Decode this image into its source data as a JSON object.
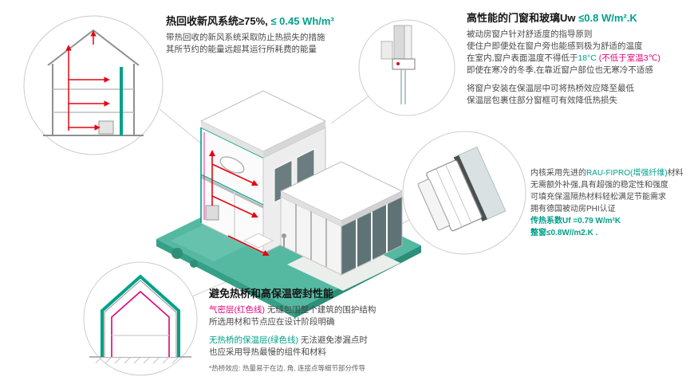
{
  "colors": {
    "accent_green": "#00A189",
    "accent_pink": "#E2007A",
    "duct_red": "#E30613",
    "base_teal": "#55B9A2",
    "body_text": "#4A4A4A"
  },
  "blocks": {
    "ventilation": {
      "title_main": "热回收新风系统≥75%, ",
      "title_accent": "≤ 0.45 Wh/m³",
      "line1": "带热回收的新风系统采取防止热损失的措施",
      "line2": "其所节约的能量远超其运行所耗费的能量"
    },
    "windows": {
      "title_main": "高性能的门窗和玻璃Uw ",
      "title_accent": "≤0.8 W/m².K",
      "line1": "被动房窗户针对舒适度的指导原则",
      "line2": "使住户即便处在窗户旁也能感到极为舒适的温度",
      "line3_a": "在室内,窗户表面温度不得低于",
      "line3_b": "18°C",
      "line3_c": " (不低于室温3℃)",
      "line4": "即使在寒冷的冬季,在靠近窗户部位也无寒冷不适感",
      "line5": "将窗户安装在保温层中可将热桥效应降至最低",
      "line6": "保温层包裹住部分窗框可有效降低热损失"
    },
    "profile": {
      "line1_a": "内核采用先进的",
      "line1_b": "RAU-FIPRO(增强纤维)",
      "line1_c": "材料",
      "line2": "无需额外补强,具有超强的稳定性和强度",
      "line3": "可填充保温隔热材料轻松满足节能需求",
      "line4": "拥有德国被动房PHI认证",
      "line5": "传热系数Uf =0.79 W/m²K",
      "line6": "整窗≤0.8W//m2.K ."
    },
    "thermal": {
      "title": "避免热桥和高保温密封性能",
      "line1_a": "气密层(红色线)",
      "line1_b": " 无缝包围整个建筑的围护结构",
      "line2": "所选用材和节点应在设计阶段明确",
      "line3_a": "无热桥的保温层(绿色线)",
      "line3_b": " 无法避免渗漏点时",
      "line4": "也应采用导热最慢的组件和材料",
      "footnote": "*热桥效应: 热量易于在边, 角, 连接点等细节部分传导"
    }
  }
}
